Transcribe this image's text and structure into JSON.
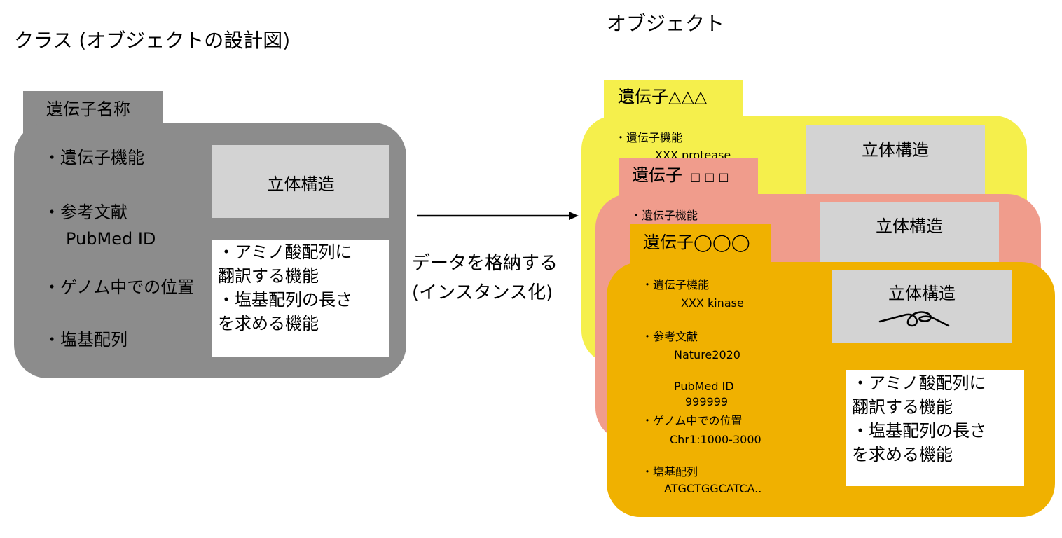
{
  "left_title": "クラス (オブジェクトの設計図)",
  "right_title": "オブジェクト",
  "class_card": {
    "tab_label": "遺伝子名称",
    "items": [
      "・遺伝子機能",
      "・参考文献",
      "PubMed ID",
      "・ゲノム中での位置",
      "・塩基配列"
    ],
    "structure_label": "立体構造",
    "methods": [
      "・アミノ酸配列に",
      "翻訳する機能",
      "・塩基配列の長さ",
      "を求める機能"
    ]
  },
  "arrow": {
    "caption_line1": "データを格納する",
    "caption_line2": "(インスタンス化)"
  },
  "object_yellow": {
    "tab_label": "遺伝子△△△",
    "item1": "・遺伝子機能",
    "item1_value": "XXX protease",
    "structure_label": "立体構造"
  },
  "object_pink": {
    "tab_label": "遺伝子",
    "tab_symbols": "□ □ □",
    "item1": "・遺伝子機能",
    "structure_label": "立体構造"
  },
  "object_orange": {
    "tab_label": "遺伝子",
    "tab_symbols": "◯◯◯",
    "fields": {
      "function_label": "・遺伝子機能",
      "function_value": "XXX kinase",
      "ref_label": "・参考文献",
      "ref_value": "Nature2020",
      "pubmed_label": "PubMed ID",
      "pubmed_value": "999999",
      "position_label": "・ゲノム中での位置",
      "position_value": "Chr1:1000-3000",
      "seq_label": "・塩基配列",
      "seq_value": "ATGCTGGCATCA.."
    },
    "structure_label": "立体構造",
    "methods": [
      "・アミノ酸配列に",
      "翻訳する機能",
      "・塩基配列の長さ",
      "を求める機能"
    ]
  },
  "colors": {
    "class_gray": "#8c8c8c",
    "panel_gray": "#d3d3d3",
    "yellow": "#f5ef4c",
    "pink": "#f09c8c",
    "orange": "#f0b100"
  }
}
